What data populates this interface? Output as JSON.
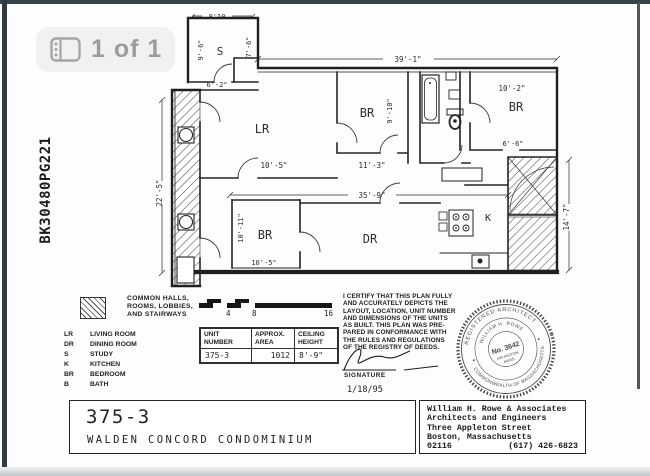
{
  "viewer": {
    "photo_counter": "1 of 1"
  },
  "recording_margin": {
    "book_page": "BK30480PG221"
  },
  "plan": {
    "rooms": {
      "study": "S",
      "living_room": "LR",
      "bedroom_middle": "BR",
      "bedroom_top_right": "BR",
      "bedroom_bottom_left": "BR",
      "dining_room": "DR",
      "kitchen": "K"
    },
    "dims": {
      "overall_width": "39'-1\"",
      "study_width": "8'10",
      "study_left": "9'-6\"",
      "study_right": "7'-6\"",
      "study_bottom": "6'-2\"",
      "left_height": "22'-5\"",
      "living_width": "10'-5\"",
      "bed_mid_width": "11'-3\"",
      "bed_mid_height": "9'-10\"",
      "bed_tr_width": "10'-2\"",
      "bed_tr_closet": "6'-6\"",
      "hall_length": "35'-9\"",
      "bed_bl_height": "10'-11\"",
      "bed_bl_width": "10'-5\"",
      "right_height": "14'-7\""
    }
  },
  "legend": {
    "hatch_label": "COMMON HALLS,\nROOMS, LOBBIES,\nAND STAIRWAYS",
    "abbreviations": [
      {
        "abbr": "LR",
        "name": "LIVING ROOM"
      },
      {
        "abbr": "DR",
        "name": "DINING ROOM"
      },
      {
        "abbr": "S",
        "name": "STUDY"
      },
      {
        "abbr": "K",
        "name": "KITCHEN"
      },
      {
        "abbr": "BR",
        "name": "BEDROOM"
      },
      {
        "abbr": "B",
        "name": "BATH"
      }
    ]
  },
  "scale_bar": {
    "ticks": [
      "4",
      "8",
      "16"
    ]
  },
  "unit_table": {
    "headers": [
      "UNIT\nNUMBER",
      "APPROX.\nAREA",
      "CEILING\nHEIGHT"
    ],
    "values": [
      "375-3",
      "1012",
      "8'-9\""
    ]
  },
  "certification": {
    "text": "I CERTIFY THAT THIS PLAN FULLY\nAND ACCURATELY DEPICTS THE\nLAYOUT, LOCATION, UNIT NUMBER\nAND DIMENSIONS OF THE UNITS\nAS BUILT.  THIS PLAN WAS PRE-\nPARED IN CONFORMANCE WITH\nTHE RULES AND REGULATIONS\nOF THE REGISTRY OF DEEDS.",
    "signature_label": "SIGNATURE",
    "date": "1/18/95"
  },
  "seal": {
    "outer_top": "REGISTERED ARCHITECT",
    "outer_bottom": "COMMONWEALTH OF MASSACHUSETTS",
    "name_arc": "WILLIAM H. ROWE",
    "number": "No. 3642",
    "town": "ARLINGTON,",
    "state": "MASS."
  },
  "title_block": {
    "unit_number": "375-3",
    "project_name": "WALDEN CONCORD CONDOMINIUM"
  },
  "firm_block": {
    "lines": "William H. Rowe & Associates\nArchitects and Engineers\nThree Appleton Street\nBoston, Massachusetts",
    "zip": "02116",
    "phone": "(617) 426-6823"
  }
}
